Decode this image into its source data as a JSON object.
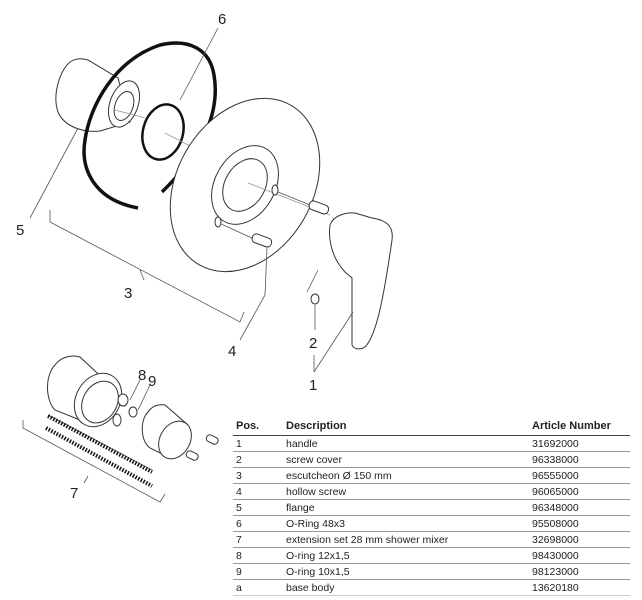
{
  "callouts": {
    "c1": "1",
    "c2": "2",
    "c3": "3",
    "c4": "4",
    "c5": "5",
    "c6": "6",
    "c7": "7",
    "c8": "8",
    "c9": "9"
  },
  "table": {
    "headers": {
      "pos": "Pos.",
      "description": "Description",
      "article": "Article Number"
    },
    "rows": [
      {
        "pos": "1",
        "description": "handle",
        "article": "31692000"
      },
      {
        "pos": "2",
        "description": "screw cover",
        "article": "96338000"
      },
      {
        "pos": "3",
        "description": "escutcheon Ø 150 mm",
        "article": "96555000"
      },
      {
        "pos": "4",
        "description": "hollow screw",
        "article": "96065000"
      },
      {
        "pos": "5",
        "description": "flange",
        "article": "96348000"
      },
      {
        "pos": "6",
        "description": "O-Ring 48x3",
        "article": "95508000"
      },
      {
        "pos": "7",
        "description": "extension set 28 mm shower mixer",
        "article": "32698000"
      },
      {
        "pos": "8",
        "description": "O-ring 12x1,5",
        "article": "98430000"
      },
      {
        "pos": "9",
        "description": "O-ring 10x1,5",
        "article": "98123000"
      },
      {
        "pos": "a",
        "description": "base body",
        "article": "13620180"
      }
    ]
  }
}
